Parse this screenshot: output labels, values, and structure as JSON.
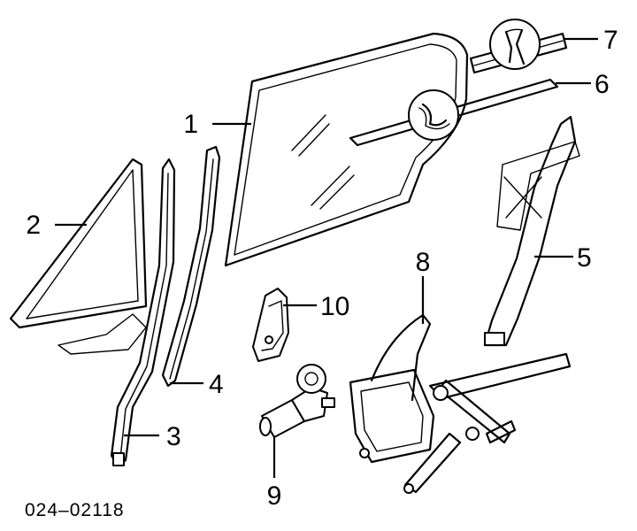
{
  "diagram": {
    "reference_code": "024–02118",
    "callouts": [
      {
        "id": "1",
        "label": "1"
      },
      {
        "id": "2",
        "label": "2"
      },
      {
        "id": "3",
        "label": "3"
      },
      {
        "id": "4",
        "label": "4"
      },
      {
        "id": "5",
        "label": "5"
      },
      {
        "id": "6",
        "label": "6"
      },
      {
        "id": "7",
        "label": "7"
      },
      {
        "id": "8",
        "label": "8"
      },
      {
        "id": "9",
        "label": "9"
      },
      {
        "id": "10",
        "label": "10"
      }
    ]
  }
}
